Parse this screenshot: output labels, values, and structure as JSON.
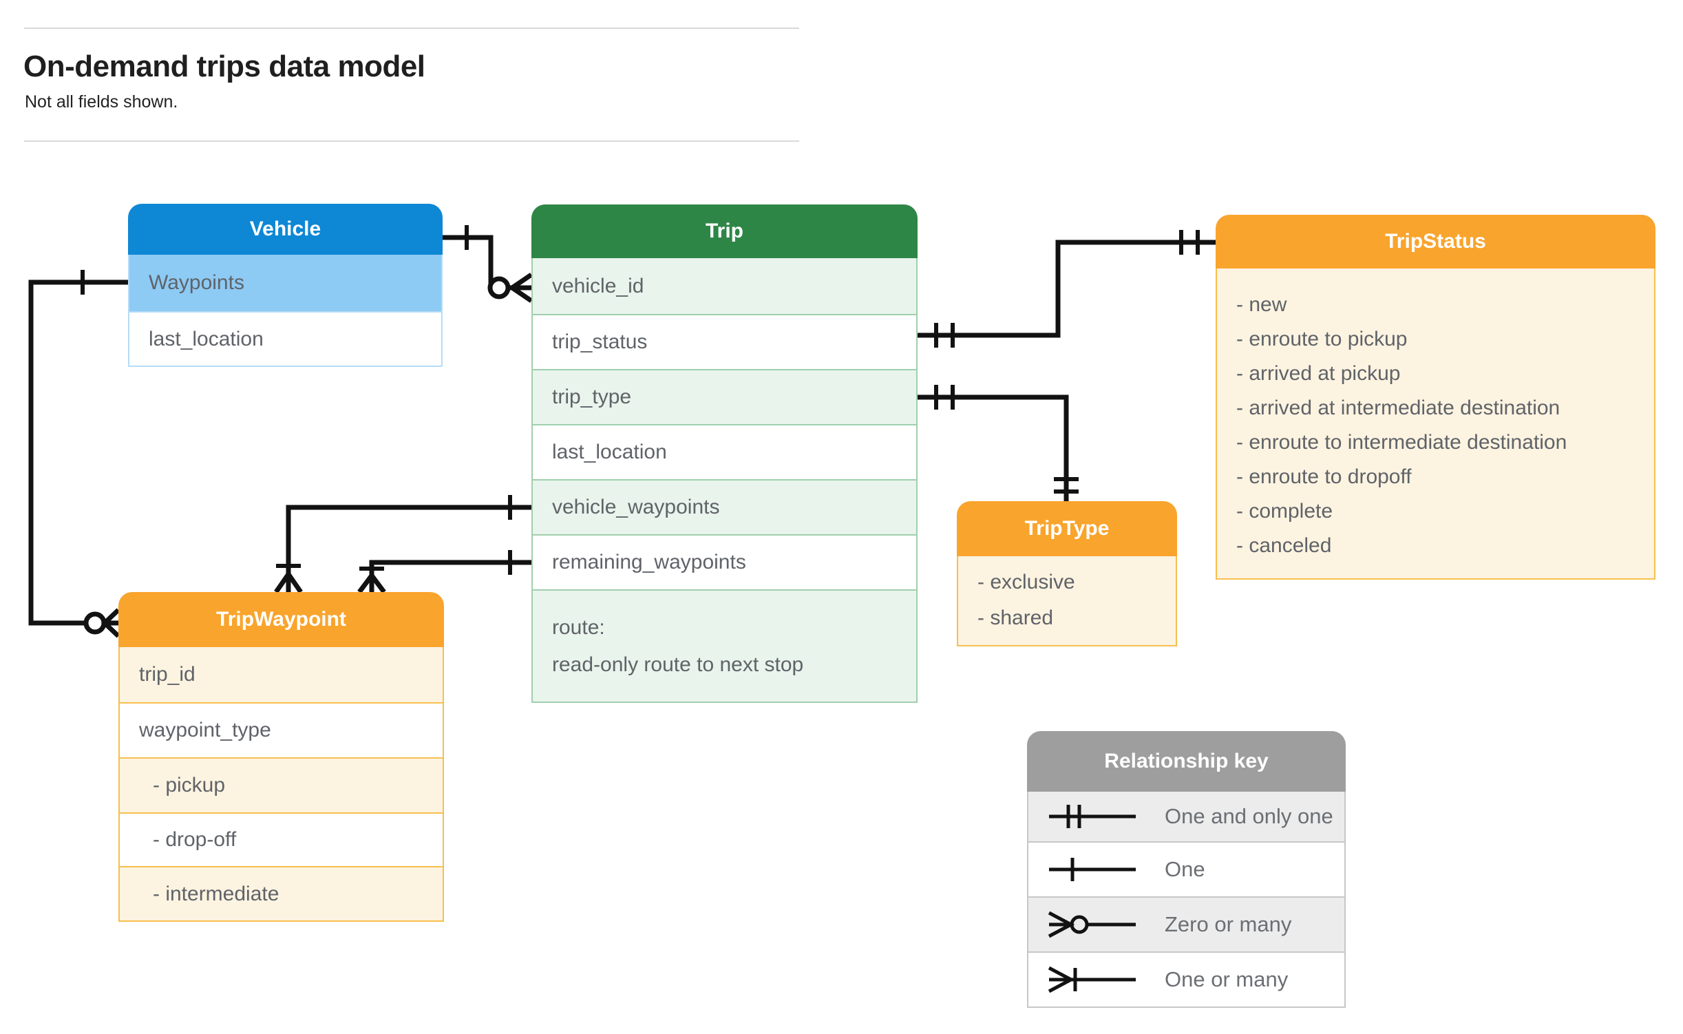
{
  "header": {
    "title": "On-demand trips data model",
    "subtitle": "Not all fields shown."
  },
  "entities": {
    "vehicle": {
      "title": "Vehicle",
      "rows": [
        "Waypoints",
        "last_location"
      ]
    },
    "trip": {
      "title": "Trip",
      "rows": [
        "vehicle_id",
        "trip_status",
        "trip_type",
        "last_location",
        "vehicle_waypoints",
        "remaining_waypoints"
      ],
      "route_line1": "route:",
      "route_line2": "read-only route to next stop"
    },
    "tripStatus": {
      "title": "TripStatus",
      "values": [
        "- new",
        "- enroute to pickup",
        "- arrived at pickup",
        "- arrived at intermediate destination",
        "- enroute to intermediate destination",
        "- enroute to dropoff",
        "- complete",
        "- canceled"
      ]
    },
    "tripType": {
      "title": "TripType",
      "values": [
        "- exclusive",
        "- shared"
      ]
    },
    "tripWaypoint": {
      "title": "TripWaypoint",
      "rows": [
        "trip_id",
        "waypoint_type",
        "- pickup",
        "- drop-off",
        "- intermediate"
      ]
    }
  },
  "legend": {
    "title": "Relationship key",
    "rows": [
      {
        "symbol": "one-and-only-one-icon",
        "label": "One and only one"
      },
      {
        "symbol": "one-icon",
        "label": "One"
      },
      {
        "symbol": "zero-or-many-icon",
        "label": "Zero or many"
      },
      {
        "symbol": "one-or-many-icon",
        "label": "One or many"
      }
    ]
  },
  "colors": {
    "blue_header": "#0e87d5",
    "blue_row": "#8dcaf4",
    "blue_border": "#b5dcf8",
    "green_header": "#2e8646",
    "green_row": "#e9f4ec",
    "green_border": "#a0cfae",
    "orange_header": "#f9a42d",
    "orange_row": "#fdf3e1",
    "orange_border": "#f7bf4e",
    "gray_header": "#9e9e9e",
    "gray_row": "#ececec",
    "gray_border": "#c7c7c7",
    "text": "#5f6368",
    "title_text": "#1f1f1f",
    "wire": "#121212"
  }
}
